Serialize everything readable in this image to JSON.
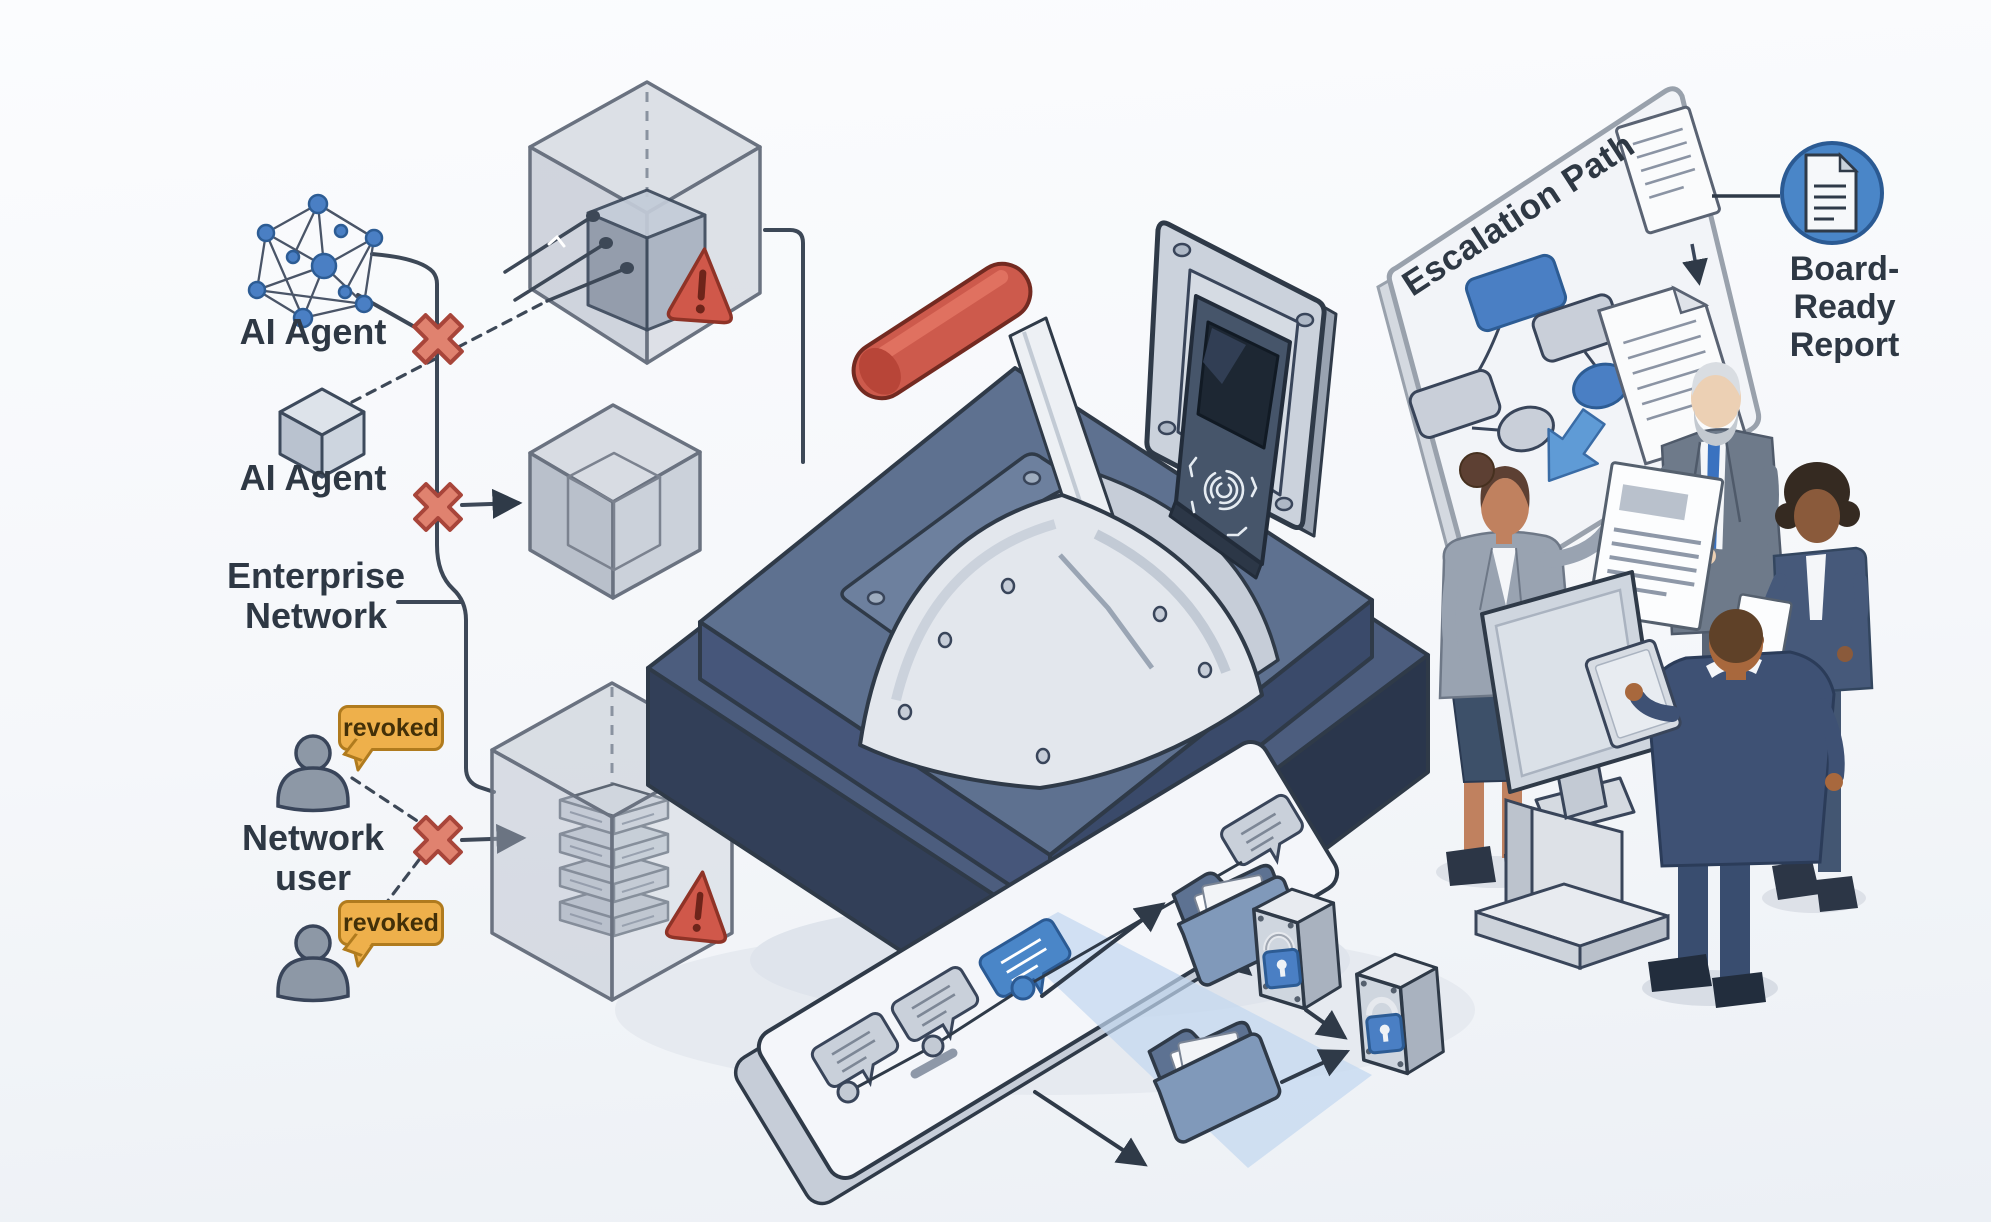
{
  "scene": {
    "title": "AI kill-switch governance illustration",
    "labels": {
      "ai_agent_top": "AI Agent",
      "ai_agent_bottom": "AI Agent",
      "enterprise_network": "Enterprise Network",
      "network_user": "Network user",
      "revoked_top": "revoked",
      "revoked_bottom": "revoked",
      "escalation_path": "Escalation Path",
      "board_ready_report": "Board-Ready Report"
    },
    "icons": {
      "ai_agent_graph": "network-graph-icon",
      "ai_agent_cube": "cube-icon",
      "network_user": "person-icon",
      "revoked_cross": "x-mark-icon",
      "warning": "warning-triangle-icon",
      "kill_switch": "lever-switch-icon",
      "fingerprint": "fingerprint-scanner-icon",
      "chat": "chat-bubble-icon",
      "folder": "folder-icon",
      "lock": "padlock-icon",
      "report": "document-circle-icon",
      "flow_arrow": "arrow-down-icon"
    },
    "colors": {
      "outline": "#2f3a48",
      "accent_blue": "#4a86c8",
      "alert_red": "#d0584a",
      "cross_red": "#e0826f",
      "badge_orange": "#eeb04b",
      "badge_border": "#b07b1e",
      "switch_base": "#5e7190",
      "switch_handle": "#cd5a4c",
      "cube_gray": "#c7cdd7",
      "panel_white": "#f4f6fa"
    }
  }
}
